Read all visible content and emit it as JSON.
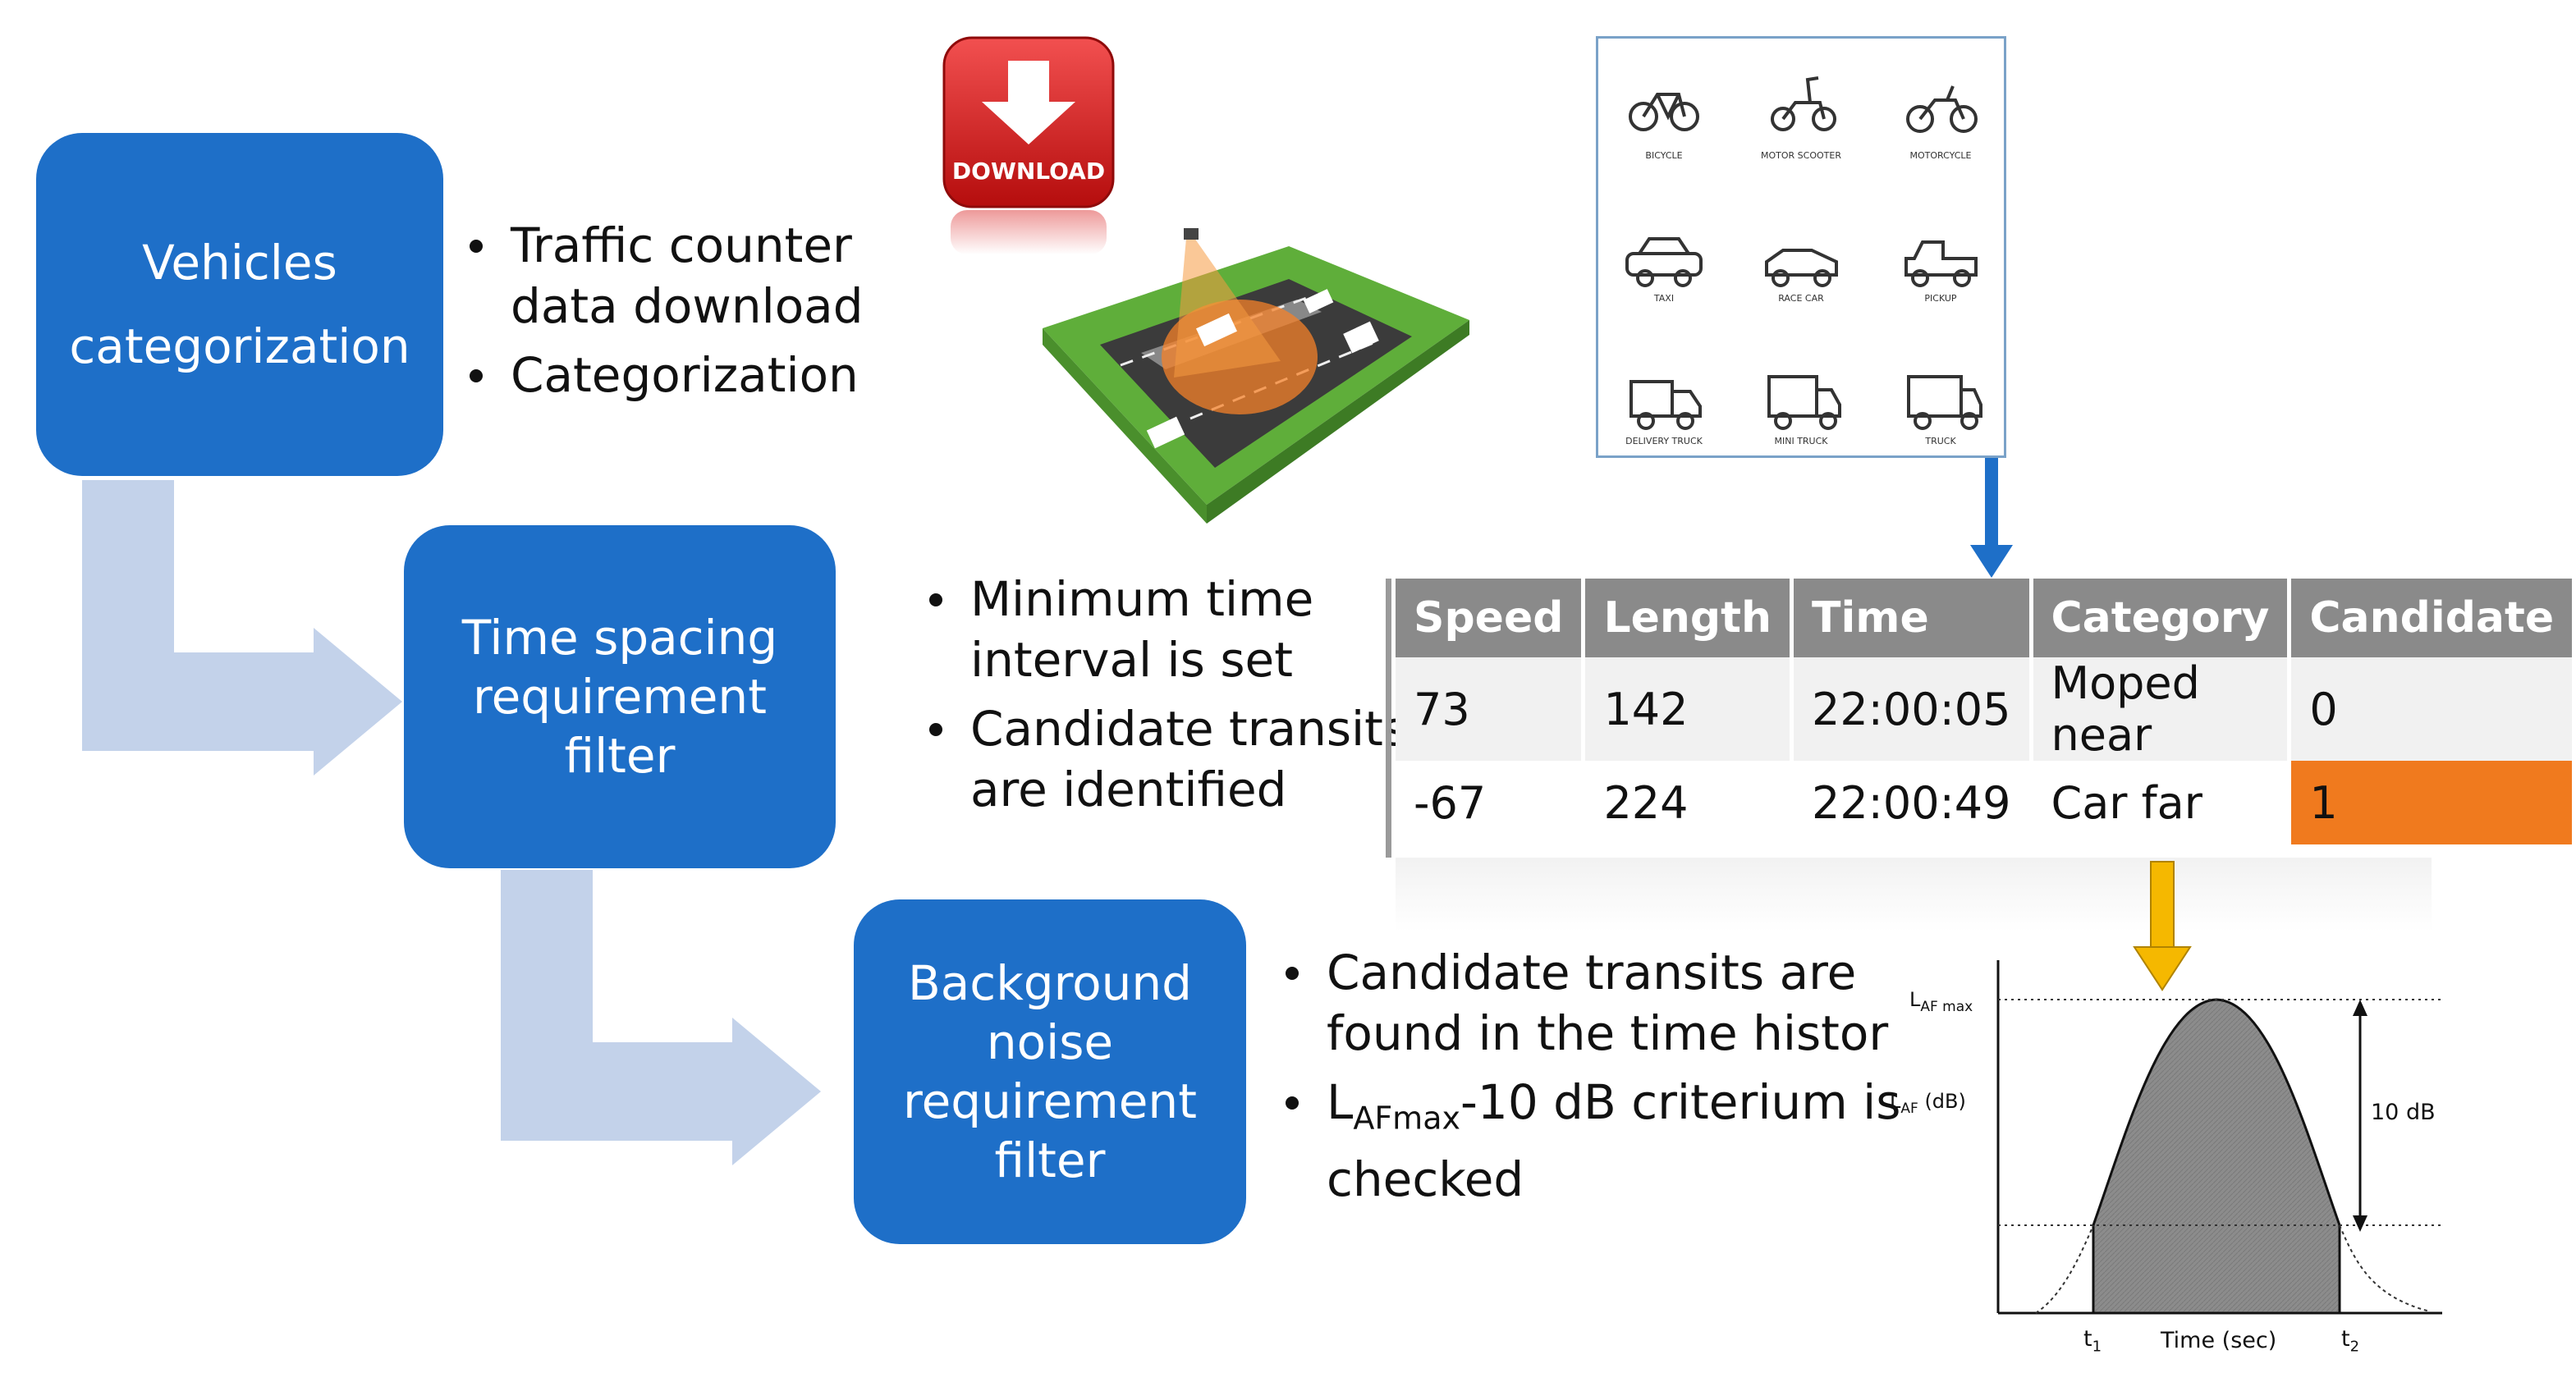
{
  "steps": [
    {
      "lines": [
        "Vehicles",
        "categorization"
      ]
    },
    {
      "lines": [
        "Time spacing",
        "requirement",
        "filter"
      ]
    },
    {
      "lines": [
        "Background",
        "noise",
        "requirement",
        "filter"
      ]
    }
  ],
  "bullets_1": [
    "Traffic counter",
    "data download",
    "Categorization"
  ],
  "bullets_2": [
    "Minimum time",
    "interval is set",
    "Candidate transits",
    "are identified"
  ],
  "bullets_3": {
    "b1_line1": "Candidate transits are",
    "b1_line2": "found in the time histor",
    "b2_main": "L",
    "b2_sub": "AFmax",
    "b2_rest": "-10 dB criterium is",
    "b2_line2": "checked"
  },
  "download_label": "DOWNLOAD",
  "vehicle_icons": [
    "BICYCLE",
    "MOTOR SCOOTER",
    "MOTORCYCLE",
    "TAXI",
    "RACE CAR",
    "PICKUP",
    "DELIVERY TRUCK",
    "MINI TRUCK",
    "TRUCK"
  ],
  "table": {
    "headers": [
      "Speed",
      "Length",
      "Time",
      "Category",
      "Candidate"
    ],
    "rows": [
      [
        "73",
        "142",
        "22:00:05",
        "Moped near",
        "0"
      ],
      [
        "-67",
        "224",
        "22:00:49",
        "Car far",
        "1"
      ]
    ]
  },
  "graph": {
    "lafmax_main": "L",
    "lafmax_sub": "AF max",
    "laf_main": "L",
    "laf_sub": "AF",
    "laf_unit": "(dB)",
    "delta_label": "10 dB",
    "xlabel": "Time (sec)",
    "t1_main": "t",
    "t1_sub": "1",
    "t2_main": "t",
    "t2_sub": "2"
  },
  "colors": {
    "step_blue": "#1e6fc8",
    "connector": "#c3d2ea",
    "highlight": "#f07a1e",
    "arrow_yellow": "#f5b800",
    "download_red": "#d81e1e"
  }
}
